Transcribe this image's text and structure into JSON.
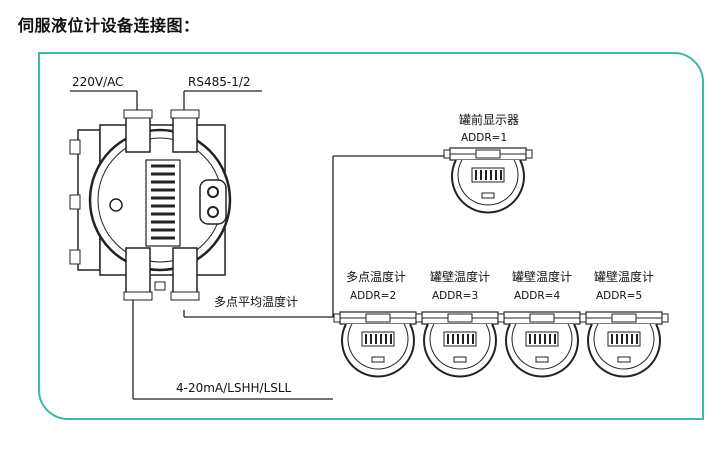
{
  "title": "伺服液位计设备连接图：",
  "labels": {
    "power": "220V/AC",
    "rs485": "RS485-1/2",
    "avg_temp_link": "多点平均温度计",
    "analog_out": "4-20mA/LSHH/LSLL"
  },
  "devices": [
    {
      "name": "罐前显示器",
      "addr": "ADDR=1"
    },
    {
      "name": "多点温度计",
      "addr": "ADDR=2"
    },
    {
      "name": "罐壁温度计",
      "addr": "ADDR=3"
    },
    {
      "name": "罐壁温度计",
      "addr": "ADDR=4"
    },
    {
      "name": "罐壁温度计",
      "addr": "ADDR=5"
    }
  ],
  "colors": {
    "frame": "#3fb8a8",
    "line": "#222222"
  }
}
